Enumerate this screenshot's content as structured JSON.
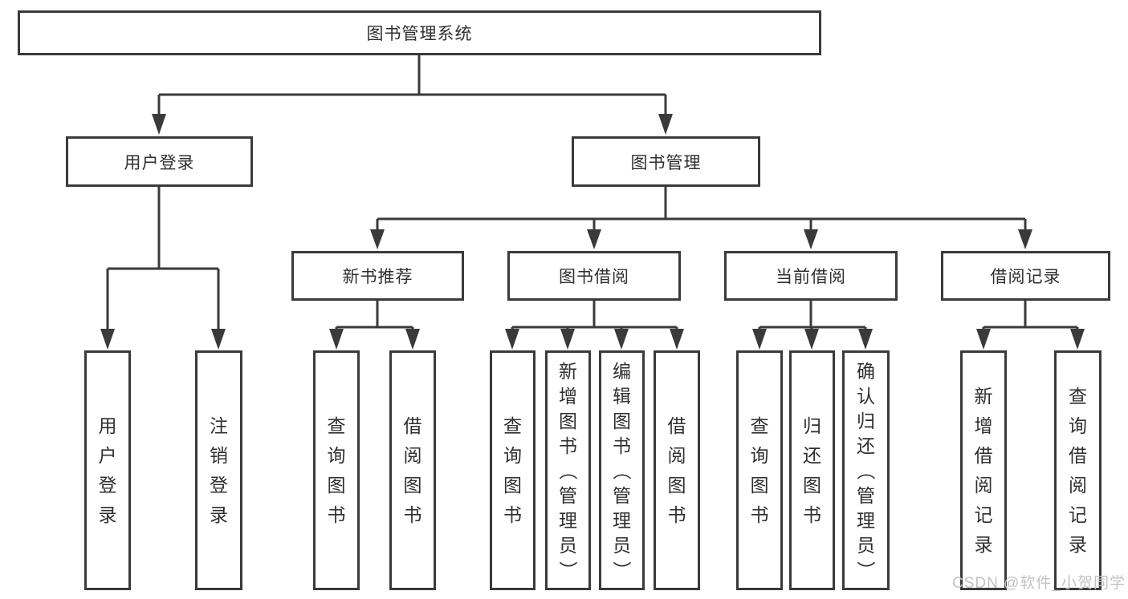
{
  "tree": {
    "root": {
      "label": "图书管理系统"
    },
    "branches": [
      {
        "label": "用户登录",
        "children": [
          {
            "label": "用户登录"
          },
          {
            "label": "注销登录"
          }
        ]
      },
      {
        "label": "图书管理",
        "children": [
          {
            "label": "新书推荐",
            "children": [
              {
                "label": "查询图书"
              },
              {
                "label": "借阅图书"
              }
            ]
          },
          {
            "label": "图书借阅",
            "children": [
              {
                "label": "查询图书"
              },
              {
                "label": "新增图书（管理员）"
              },
              {
                "label": "编辑图书（管理员）"
              },
              {
                "label": "借阅图书"
              }
            ]
          },
          {
            "label": "当前借阅",
            "children": [
              {
                "label": "查询图书"
              },
              {
                "label": "归还图书"
              },
              {
                "label": "确认归还（管理员）"
              }
            ]
          },
          {
            "label": "借阅记录",
            "children": [
              {
                "label": "新增借阅记录"
              },
              {
                "label": "查询借阅记录"
              }
            ]
          }
        ]
      }
    ]
  },
  "watermark": {
    "text": "CSDN @软件_小贺同学"
  },
  "colors": {
    "line": "#3a3a3a",
    "text": "#2f2f2f",
    "box_fill": "#ffffff",
    "watermark": "#c3c3c3"
  }
}
